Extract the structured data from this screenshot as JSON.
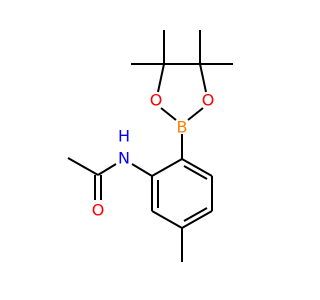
{
  "molecule": {
    "atoms": {
      "nitrogen": {
        "symbol": "N",
        "hydrogen": "H",
        "color": "#0000ff"
      },
      "carbonyl_oxygen": {
        "symbol": "O",
        "color": "#ff0000"
      },
      "ring_oxygen_left": {
        "symbol": "O",
        "color": "#ff0000"
      },
      "ring_oxygen_right": {
        "symbol": "O",
        "color": "#ff0000"
      },
      "boron": {
        "symbol": "B",
        "color": "#ff7f00"
      }
    },
    "bond_color": "#000000"
  }
}
